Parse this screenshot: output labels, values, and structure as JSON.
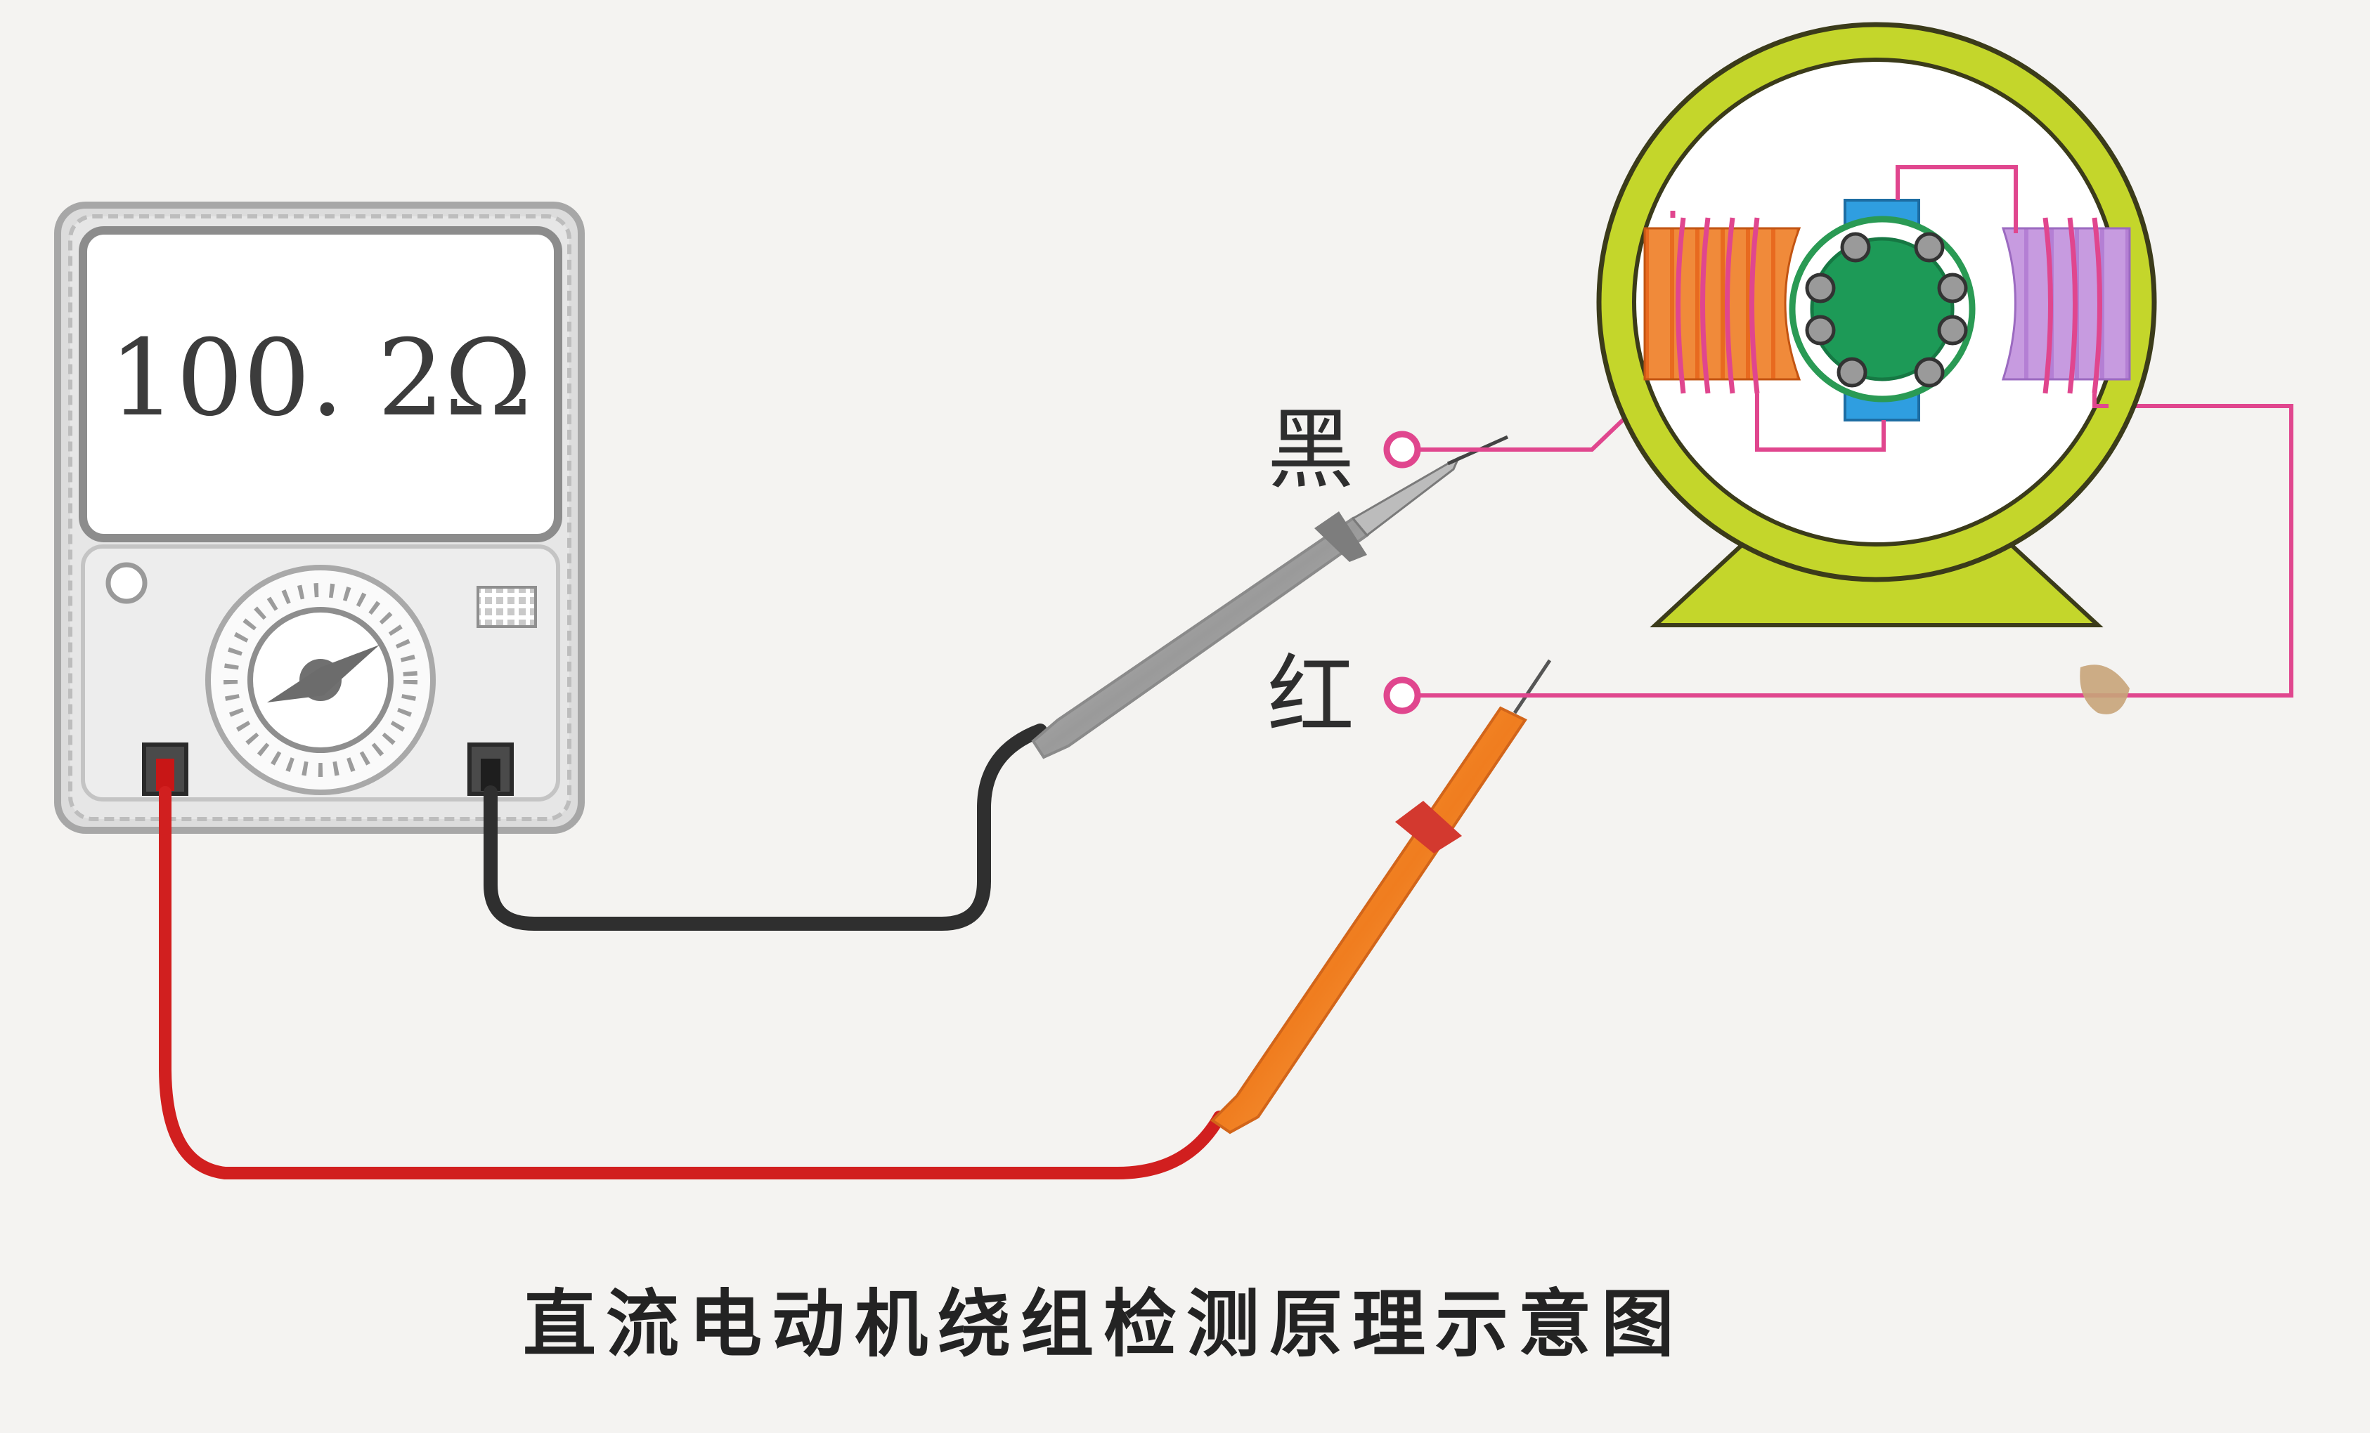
{
  "meter": {
    "reading": "100. 2Ω"
  },
  "labels": {
    "black_terminal": "黑",
    "red_terminal": "红"
  },
  "caption": "直流电动机绕组检测原理示意图",
  "colors": {
    "background": "#f4f3f1",
    "wire_pink": "#e0468e",
    "black_lead": "#333333",
    "red_lead": "#d11f1f",
    "motor_frame": "#c4d62b",
    "field_coil_left": "#f08a3a",
    "field_coil_right": "#c79be0",
    "armature": "#1d9a57",
    "brush": "#2f9ee0"
  }
}
